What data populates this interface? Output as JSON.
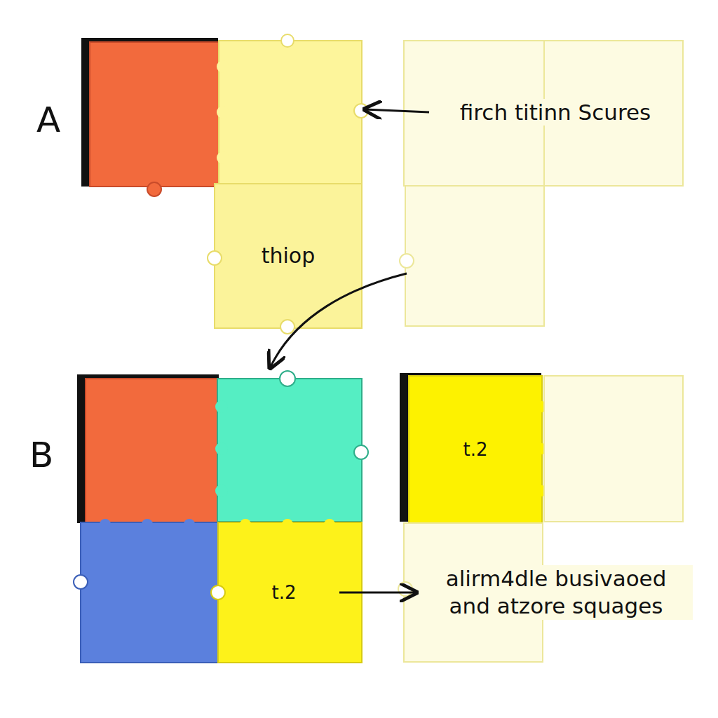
{
  "diagram": {
    "nodes": [
      {
        "text": [
          "firch titinn Scures"
        ]
      },
      {
        "text": [
          "thiop"
        ]
      },
      {
        "text": [
          "t.2"
        ]
      },
      {
        "text": [
          "t.2"
        ]
      },
      {
        "text": [
          "alirm4dle busivaoed and atzore squages"
        ]
      }
    ],
    "edges": [
      {
        "from": 3,
        "to": 4,
        "arrow": "to"
      }
    ],
    "labels": [
      "A",
      "B"
    ]
  }
}
